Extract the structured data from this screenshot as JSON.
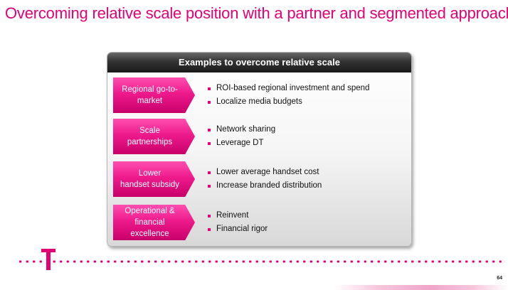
{
  "slide": {
    "title": "Overcoming relative scale position with a partner and segmented approach",
    "page_number": "64"
  },
  "panel": {
    "header": "Examples to overcome relative scale",
    "rows": [
      {
        "label": "Regional go-to-\nmarket",
        "bullets": [
          "ROI-based regional investment and spend",
          "Localize media budgets"
        ]
      },
      {
        "label": "Scale\npartnerships",
        "bullets": [
          "Network sharing",
          "Leverage DT"
        ]
      },
      {
        "label": "Lower\nhandset subsidy",
        "bullets": [
          "Lower average handset cost",
          "Increase branded distribution"
        ]
      },
      {
        "label": "Operational &\nfinancial\nexcellence",
        "bullets": [
          "Reinvent",
          "Financial rigor"
        ]
      }
    ]
  },
  "colors": {
    "brand": "#e20074",
    "header": "#2a2a2a"
  },
  "icons": {
    "logo": "t-logo-icon"
  }
}
